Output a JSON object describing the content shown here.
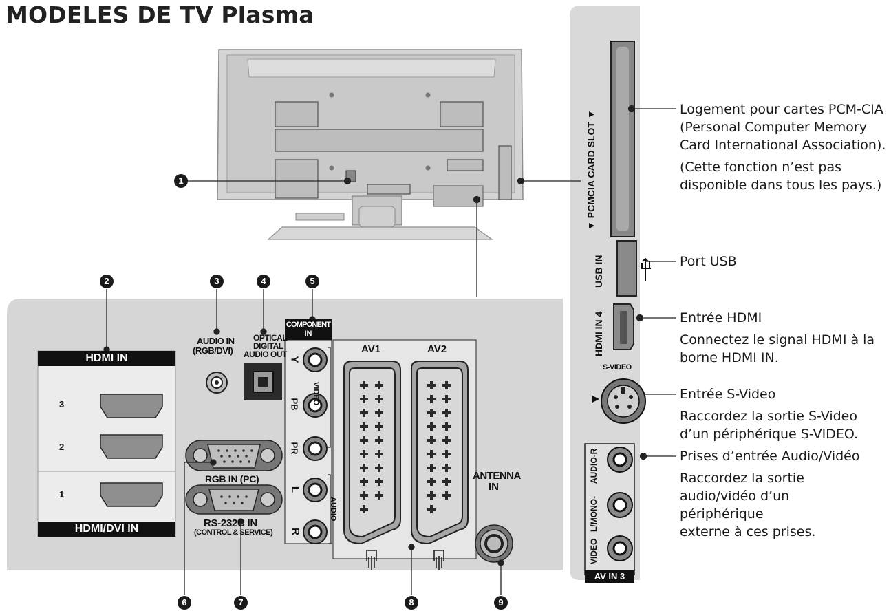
{
  "title": "MODELES DE TV Plasma",
  "callout_numbers": [
    "1",
    "2",
    "3",
    "4",
    "5",
    "6",
    "7",
    "8",
    "9"
  ],
  "panel_labels": {
    "hdmi_in": "HDMI IN",
    "hdmi_dvi_in": "HDMI/DVI IN",
    "hdmi_ports": [
      "3",
      "2",
      "1"
    ],
    "audio_in": "AUDIO IN",
    "audio_in_sub": "(RGB/DVI)",
    "optical_1": "OPTICAL",
    "optical_2": "DIGITAL",
    "optical_3": "AUDIO OUT",
    "component_1": "COMPONENT",
    "component_2": "IN",
    "comp_y": "Y",
    "comp_pb": "PB",
    "comp_pr": "PR",
    "comp_l": "L",
    "comp_r": "R",
    "comp_video": "VIDEO",
    "comp_audio": "AUDIO",
    "rgb_in": "RGB IN (PC)",
    "rs232": "RS-232C IN",
    "rs232_sub": "(CONTROL & SERVICE)",
    "av1": "AV1",
    "av2": "AV2",
    "antenna_1": "ANTENNA",
    "antenna_2": "IN"
  },
  "side_labels": {
    "pcmcia": "▼ PCMCIA CARD SLOT ▼",
    "usb_in": "USB IN",
    "hdmi_in_4": "HDMI IN 4",
    "s_video": "S-VIDEO",
    "audio_r": "AUDIO-R",
    "l_mono": "L/MONO-",
    "video": "VIDEO",
    "av_in_3": "AV IN 3"
  },
  "descriptions": {
    "pcmcia": "Logement pour cartes PCM-CIA (Personal Computer Memory Card International Association).",
    "pcmcia_note": "(Cette fonction n’est pas disponible dans tous les pays.)",
    "usb": "Port USB",
    "hdmi_title": "Entrée HDMI",
    "hdmi_body": "Connectez le signal HDMI à la borne HDMI IN.",
    "svideo_title": "Entrée S-Video",
    "svideo_body": "Raccordez la sortie S-Video d’un périphérique S-VIDEO.",
    "av_title": "Prises d’entrée Audio/Vidéo",
    "av_body": "Raccordez la sortie audio/vidéo d’un périphérique externe à ces prises."
  }
}
